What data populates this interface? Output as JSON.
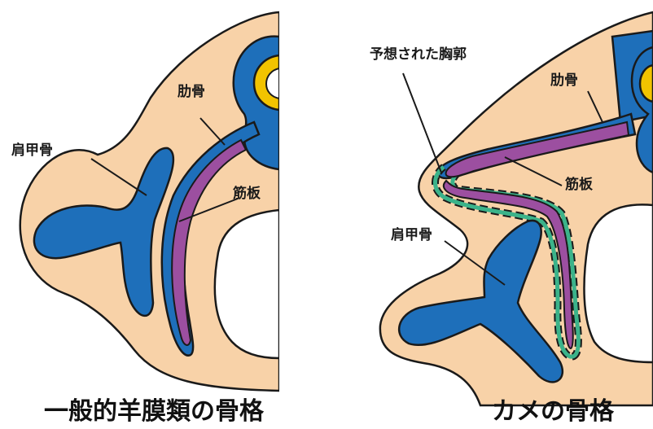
{
  "left_panel": {
    "caption": "一般的羊膜類の骨格",
    "labels": {
      "rib": "肋骨",
      "scapula": "肩甲骨",
      "aponeurosis": "筋板"
    }
  },
  "right_panel": {
    "caption": "カメの骨格",
    "labels": {
      "presumed_ribcage": "予想された胸郭",
      "rib": "肋骨",
      "aponeurosis": "筋板",
      "scapula": "肩甲骨"
    }
  },
  "colors": {
    "body": "#f8d2a8",
    "bone": "#1e6fba",
    "aponeurosis": "#9c4fa0",
    "spinal_cord": "#f2c300",
    "presumed_ribcage": "#3bb38a",
    "outline": "#1a1a1a"
  }
}
